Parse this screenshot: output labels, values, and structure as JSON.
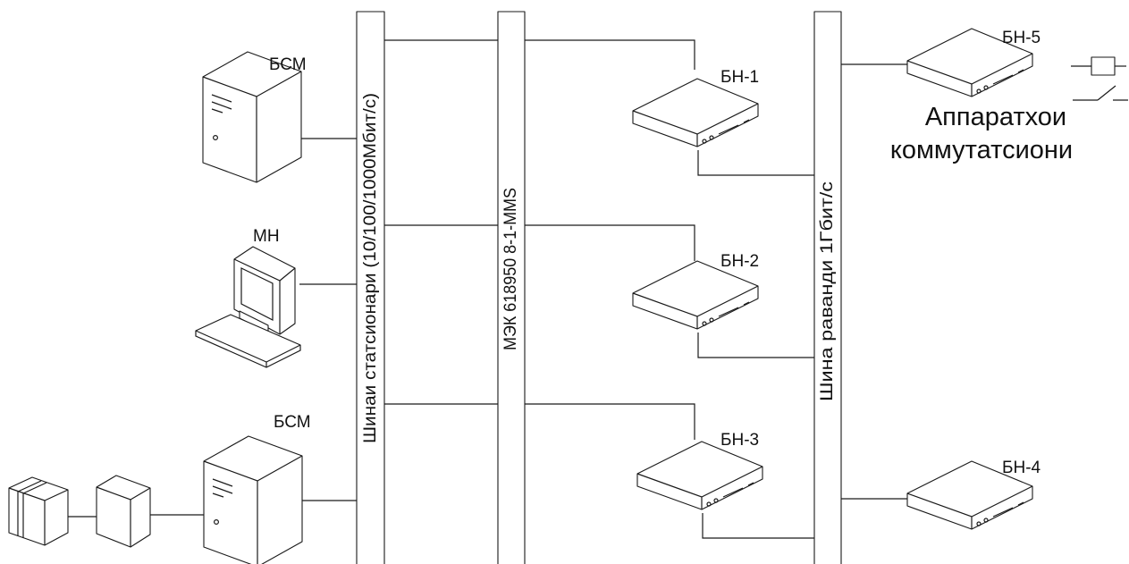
{
  "labels": {
    "bsm_top": "БСМ",
    "mn": "МН",
    "bsm_bottom": "БСМ",
    "bn1": "БН-1",
    "bn2": "БН-2",
    "bn3": "БН-3",
    "bn4": "БН-4",
    "bn5": "БН-5",
    "switchgear_line1": "Аппаратхои",
    "switchgear_line2": "коммутатсиони"
  },
  "buses": {
    "station_bus": "Шинаи статсионари (10/100/1000Мбит/с)",
    "iec_bus": "МЭК 618950 8-1-MMS",
    "process_bus": "Шина раванди 1Гбит/с"
  }
}
